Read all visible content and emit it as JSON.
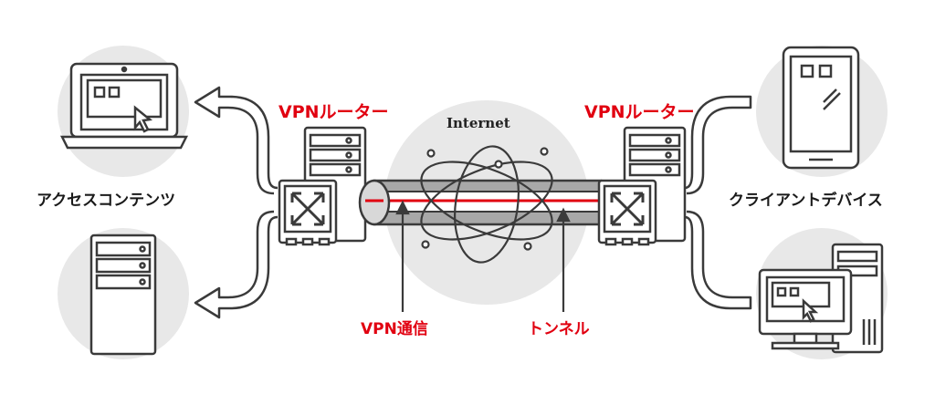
{
  "labels": {
    "router_left": "VPNルーター",
    "router_right": "VPNルーター",
    "internet": "Internet",
    "access_content": "アクセスコンテンツ",
    "client_devices": "クライアントデバイス",
    "vpn_communication": "VPN通信",
    "tunnel": "トンネル"
  },
  "icons": [
    "laptop-icon",
    "server-tower-icon",
    "router-left-icon",
    "router-right-icon",
    "globe-orbit-icon",
    "tablet-icon",
    "desktop-pc-icon"
  ],
  "colors": {
    "accent_red": "#e10010",
    "line_dark": "#3a3a3a",
    "circle_bg": "#e8e8e8",
    "tube_gray": "#9a9a9a"
  }
}
